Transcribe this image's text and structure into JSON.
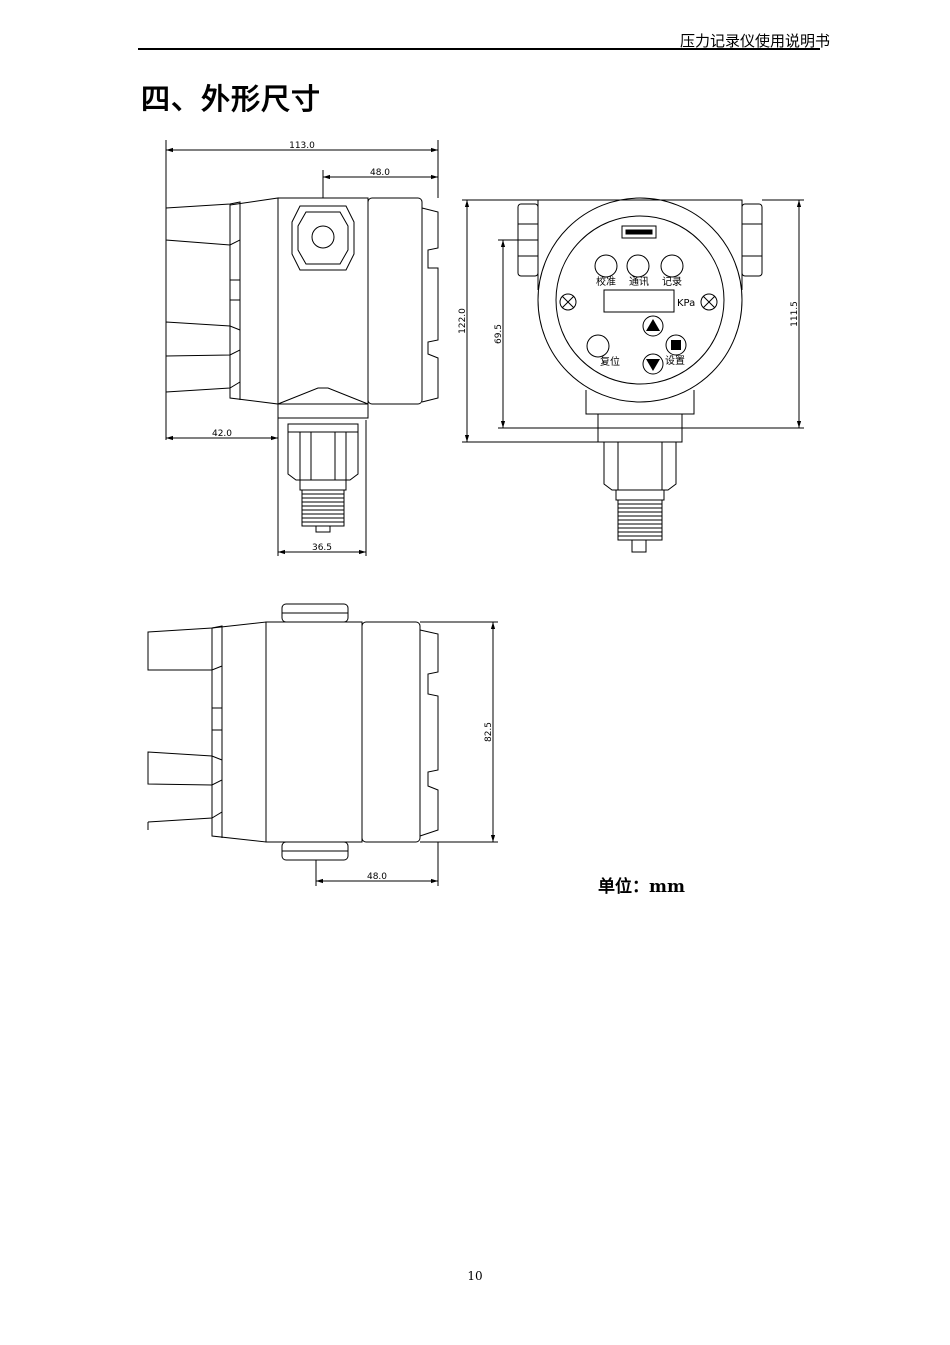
{
  "header": {
    "doc_title": "压力记录仪使用说明书"
  },
  "section": {
    "title": "四、外形尺寸"
  },
  "drawing": {
    "dims": {
      "overall_width": "113.0",
      "top_offset": "48.0",
      "left_depth": "42.0",
      "fitting_width": "36.5",
      "overall_height": "122.0",
      "center_height": "69.5",
      "body_height": "111.5",
      "bottom_depth": "82.5",
      "bottom_offset": "48.0"
    },
    "panel": {
      "btn_calibrate": "校准",
      "btn_comm": "通讯",
      "btn_record": "记录",
      "unit": "KPa",
      "btn_reset": "复位",
      "btn_set": "设置"
    }
  },
  "units_note": "单位：mm",
  "footer": {
    "page_number": "10"
  }
}
